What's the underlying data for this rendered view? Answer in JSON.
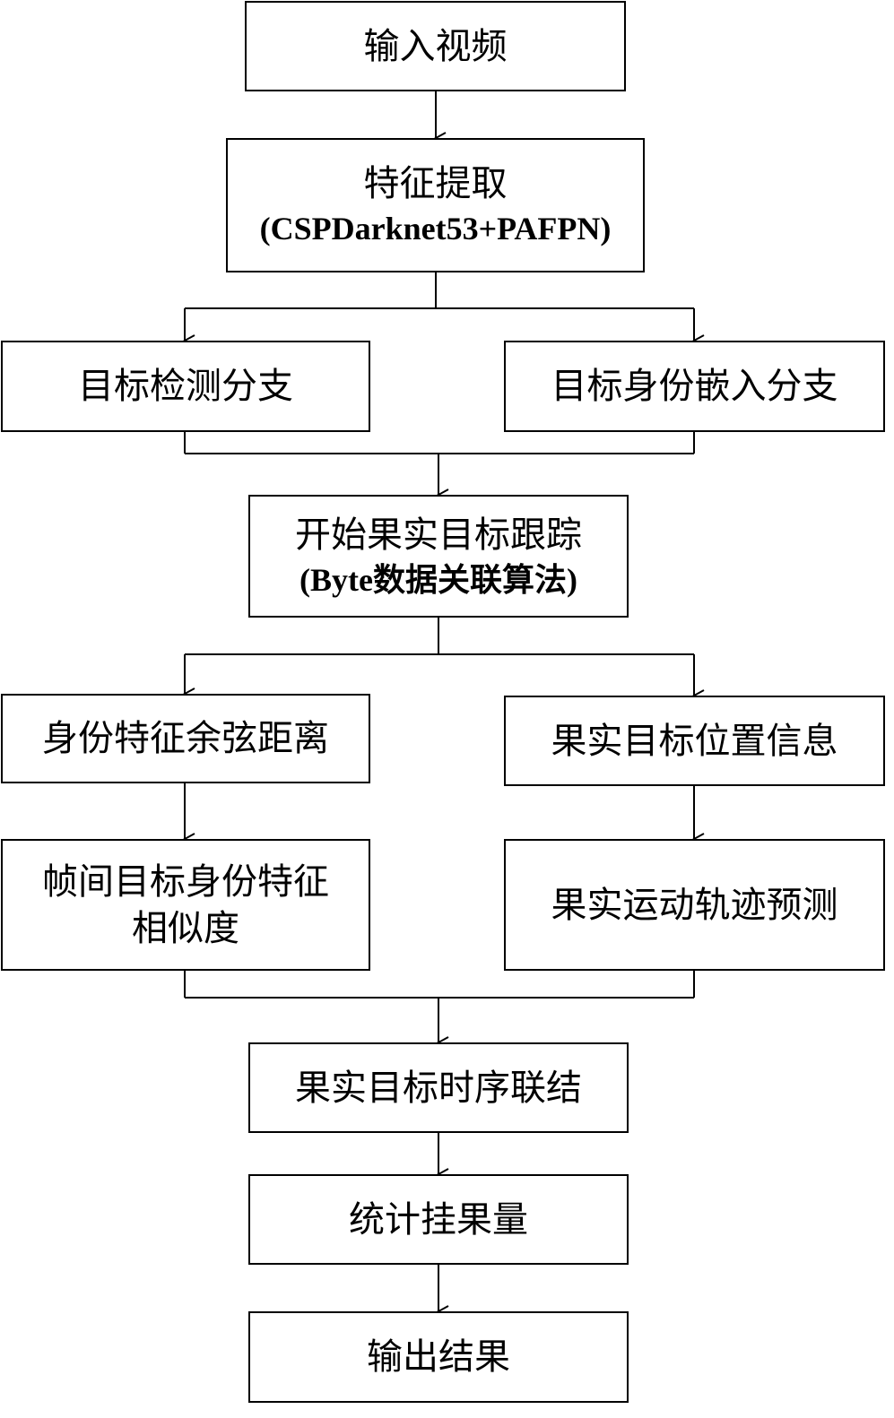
{
  "nodes": {
    "input_video": [
      "输入视频"
    ],
    "feature_extraction": [
      "特征提取",
      "(CSPDarknet53+PAFPN)"
    ],
    "detection_branch": [
      "目标检测分支"
    ],
    "embedding_branch": [
      "目标身份嵌入分支"
    ],
    "tracking": [
      "开始果实目标跟踪",
      "(Byte数据关联算法)"
    ],
    "cosine_distance": [
      "身份特征余弦距离"
    ],
    "position_info": [
      "果实目标位置信息"
    ],
    "similarity": [
      "帧间目标身份特征",
      "相似度"
    ],
    "trajectory": [
      "果实运动轨迹预测"
    ],
    "temporal_link": [
      "果实目标时序联结"
    ],
    "count": [
      "统计挂果量"
    ],
    "output": [
      "输出结果"
    ]
  }
}
